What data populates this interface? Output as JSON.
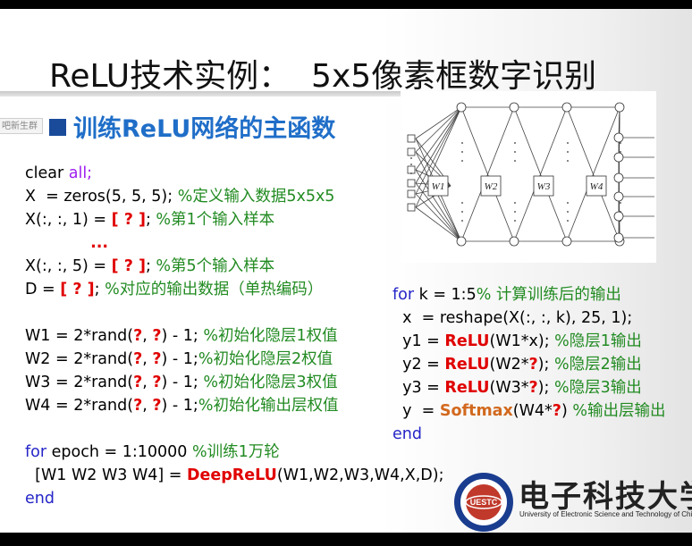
{
  "slide": {
    "title": "ReLU技术实例：  5x5像素框数字识别",
    "subtitle": "训练ReLU网络的主函数",
    "side_tab": "吧新生群"
  },
  "code_left": [
    [
      {
        "t": "clear ",
        "c": ""
      },
      {
        "t": "all;",
        "c": "str"
      }
    ],
    [
      {
        "t": "X  = zeros(5, 5, 5); ",
        "c": ""
      },
      {
        "t": "%定义输入数据5x5x5",
        "c": "cm"
      }
    ],
    [
      {
        "t": "X(:, :, 1) = ",
        "c": ""
      },
      {
        "t": "[ ? ]",
        "c": "red"
      },
      {
        "t": "; ",
        "c": ""
      },
      {
        "t": "%第1个输入样本",
        "c": "cm"
      }
    ],
    [
      {
        "t": "            ...",
        "c": "red"
      }
    ],
    [
      {
        "t": "X(:, :, 5) = ",
        "c": ""
      },
      {
        "t": "[ ? ]",
        "c": "red"
      },
      {
        "t": "; ",
        "c": ""
      },
      {
        "t": "%第5个输入样本",
        "c": "cm"
      }
    ],
    [
      {
        "t": "D = ",
        "c": ""
      },
      {
        "t": "[ ? ]",
        "c": "red"
      },
      {
        "t": "; ",
        "c": ""
      },
      {
        "t": "%对应的输出数据（单热编码）",
        "c": "cm"
      }
    ],
    [
      {
        "t": "",
        "c": ""
      }
    ],
    [
      {
        "t": "W1 = 2*rand(",
        "c": ""
      },
      {
        "t": "?",
        "c": "red"
      },
      {
        "t": ", ",
        "c": ""
      },
      {
        "t": "?",
        "c": "red"
      },
      {
        "t": ") - 1; ",
        "c": ""
      },
      {
        "t": "%初始化隐层1权值",
        "c": "cm"
      }
    ],
    [
      {
        "t": "W2 = 2*rand(",
        "c": ""
      },
      {
        "t": "?",
        "c": "red"
      },
      {
        "t": ", ",
        "c": ""
      },
      {
        "t": "?",
        "c": "red"
      },
      {
        "t": ") - 1;",
        "c": ""
      },
      {
        "t": "%初始化隐层2权值",
        "c": "cm"
      }
    ],
    [
      {
        "t": "W3 = 2*rand(",
        "c": ""
      },
      {
        "t": "?",
        "c": "red"
      },
      {
        "t": ", ",
        "c": ""
      },
      {
        "t": "?",
        "c": "red"
      },
      {
        "t": ") - 1; ",
        "c": ""
      },
      {
        "t": "%初始化隐层3权值",
        "c": "cm"
      }
    ],
    [
      {
        "t": "W4 = 2*rand(",
        "c": ""
      },
      {
        "t": "?",
        "c": "red"
      },
      {
        "t": ", ",
        "c": ""
      },
      {
        "t": "?",
        "c": "red"
      },
      {
        "t": ") - 1;",
        "c": ""
      },
      {
        "t": "%初始化输出层权值",
        "c": "cm"
      }
    ],
    [
      {
        "t": "",
        "c": ""
      }
    ],
    [
      {
        "t": "for",
        "c": "kw"
      },
      {
        "t": " epoch = 1:10000 ",
        "c": ""
      },
      {
        "t": "%训练1万轮",
        "c": "cm"
      }
    ],
    [
      {
        "t": "  [W1 W2 W3 W4] = ",
        "c": ""
      },
      {
        "t": "DeepReLU",
        "c": "red"
      },
      {
        "t": "(W1,W2,W3,W4,X,D);",
        "c": ""
      }
    ],
    [
      {
        "t": "end",
        "c": "kw"
      }
    ]
  ],
  "code_right": [
    [
      {
        "t": "for",
        "c": "kw"
      },
      {
        "t": " k = 1:5",
        "c": ""
      },
      {
        "t": "% 计算训练后的输出",
        "c": "cm"
      }
    ],
    [
      {
        "t": "  x  = reshape(X(:, :, k), 25, 1);",
        "c": ""
      }
    ],
    [
      {
        "t": "  y1 = ",
        "c": ""
      },
      {
        "t": "ReLU",
        "c": "red"
      },
      {
        "t": "(W1*x); ",
        "c": ""
      },
      {
        "t": "%隐层1输出",
        "c": "cm"
      }
    ],
    [
      {
        "t": "  y2 = ",
        "c": ""
      },
      {
        "t": "ReLU",
        "c": "red"
      },
      {
        "t": "(W2*",
        "c": ""
      },
      {
        "t": "?",
        "c": "red"
      },
      {
        "t": "); ",
        "c": ""
      },
      {
        "t": "%隐层2输出",
        "c": "cm"
      }
    ],
    [
      {
        "t": "  y3 = ",
        "c": ""
      },
      {
        "t": "ReLU",
        "c": "red"
      },
      {
        "t": "(W3*",
        "c": ""
      },
      {
        "t": "?",
        "c": "red"
      },
      {
        "t": "); ",
        "c": ""
      },
      {
        "t": "%隐层3输出",
        "c": "cm"
      }
    ],
    [
      {
        "t": "  y  = ",
        "c": ""
      },
      {
        "t": "Softmax",
        "c": "org"
      },
      {
        "t": "(W4*",
        "c": ""
      },
      {
        "t": "?",
        "c": "red"
      },
      {
        "t": ") ",
        "c": ""
      },
      {
        "t": "%输出层输出",
        "c": "cm"
      }
    ],
    [
      {
        "t": "end",
        "c": "kw"
      }
    ]
  ],
  "diagram": {
    "weights": [
      "W1",
      "W2",
      "W3",
      "W4"
    ]
  },
  "university": {
    "name_cn": "电子科技大学",
    "name_en": "University of Electronic Science and Technology of China"
  },
  "logo_text": "UESTC",
  "colors": {
    "title": "#111111",
    "subtitle": "#1f6ec8",
    "keyword": "#2525c8",
    "comment": "#228b22",
    "highlight_red": "#e00000",
    "highlight_orange": "#d2691e"
  }
}
